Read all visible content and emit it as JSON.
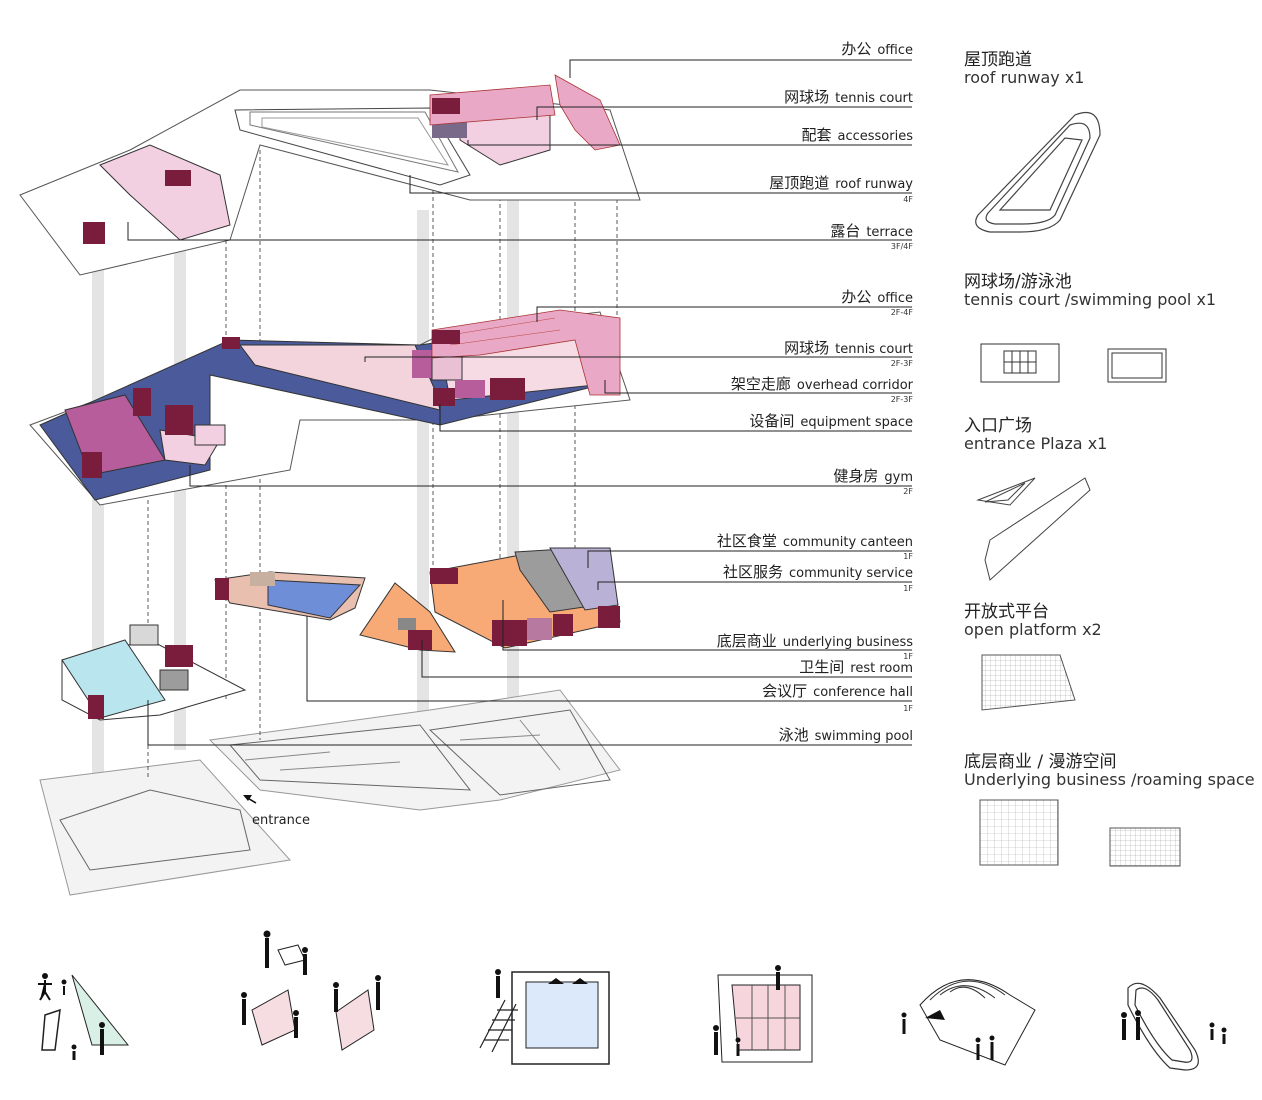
{
  "labels": [
    {
      "key": "office_top",
      "cn": "办公",
      "en": "office",
      "floor": ""
    },
    {
      "key": "tennis_top",
      "cn": "网球场",
      "en": "tennis court",
      "floor": ""
    },
    {
      "key": "accessories",
      "cn": "配套",
      "en": "accessories",
      "floor": ""
    },
    {
      "key": "roof_runway",
      "cn": "屋顶跑道",
      "en": "roof runway",
      "floor": "4F"
    },
    {
      "key": "terrace",
      "cn": "露台",
      "en": "terrace",
      "floor": "3F/4F"
    },
    {
      "key": "office_mid",
      "cn": "办公",
      "en": "office",
      "floor": "2F-4F"
    },
    {
      "key": "tennis_mid",
      "cn": "网球场",
      "en": "tennis court",
      "floor": "2F-3F"
    },
    {
      "key": "corridor",
      "cn": "架空走廊",
      "en": "overhead corridor",
      "floor": "2F-3F"
    },
    {
      "key": "equipment",
      "cn": "设备间",
      "en": "equipment space",
      "floor": ""
    },
    {
      "key": "gym",
      "cn": "健身房",
      "en": "gym",
      "floor": "2F"
    },
    {
      "key": "canteen",
      "cn": "社区食堂",
      "en": "community canteen",
      "floor": "1F"
    },
    {
      "key": "service",
      "cn": "社区服务",
      "en": "community service",
      "floor": "1F"
    },
    {
      "key": "business",
      "cn": "底层商业",
      "en": "underlying business",
      "floor": "1F"
    },
    {
      "key": "restroom",
      "cn": "卫生间",
      "en": "rest room",
      "floor": ""
    },
    {
      "key": "conference",
      "cn": "会议厅",
      "en": "conference hall",
      "floor": "1F"
    },
    {
      "key": "pool",
      "cn": "泳池",
      "en": "swimming pool",
      "floor": ""
    }
  ],
  "entrance": "entrance",
  "legend": [
    {
      "cn": "屋顶跑道",
      "en": "roof runway  x1"
    },
    {
      "cn": "网球场/游泳池",
      "en": "tennis court /swimming pool  x1"
    },
    {
      "cn": "入口广场",
      "en": "entrance Plaza  x1"
    },
    {
      "cn": "开放式平台",
      "en": "open platform  x2"
    },
    {
      "cn": "底层商业 / 漫游空间",
      "en": "Underlying business /roaming space"
    }
  ],
  "colors": {
    "pink": "#e9a9c6",
    "lightpink": "#f3cfe2",
    "navy": "#4a5a9a",
    "magenta": "#b85d9c",
    "maroon": "#7a1d3c",
    "orange": "#f7aa76",
    "blue": "#6f8ed8",
    "cyan": "#b9e6ee",
    "lavender": "#b9b2d6",
    "grey": "#9c9c9c"
  },
  "icons": [
    "plaza-people-icon",
    "platform-people-icon",
    "pool-ladder-icon",
    "tennis-people-icon",
    "amphitheater-piano-icon",
    "runway-runners-icon"
  ]
}
